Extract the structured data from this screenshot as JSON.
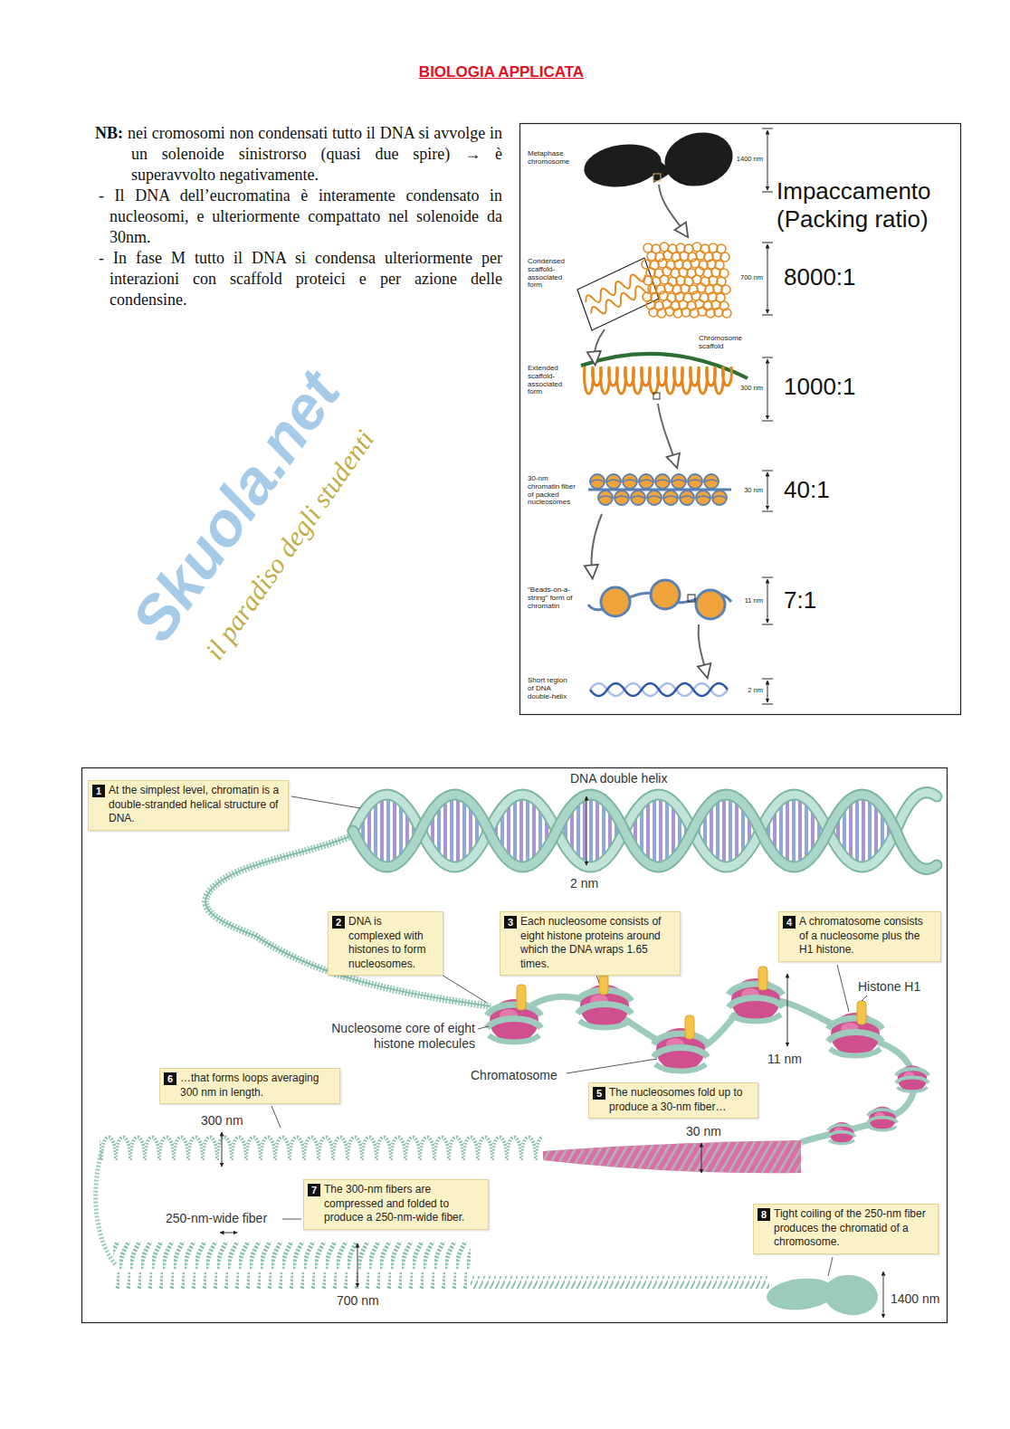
{
  "diagram": {
    "title": "BIOLOGIA APPLICATA",
    "nodes": [
      {
        "text": [
          "1",
          "At the simplest level, chromatin is a double-stranded helical structure of DNA."
        ]
      },
      {
        "text": [
          "2",
          "DNA is complexed with histones to form nucleosomes."
        ]
      },
      {
        "text": [
          "3",
          "Each nucleosome consists of eight histone proteins around which the DNA wraps 1.65 times."
        ]
      },
      {
        "text": [
          "4",
          "A chromatosome consists of a nucleosome plus the H1 histone."
        ]
      },
      {
        "text": [
          "5",
          "The nucleosomes fold up to produce a 30-nm fiber…"
        ]
      },
      {
        "text": [
          "6",
          "…that forms loops averaging 300 nm in length."
        ]
      },
      {
        "text": [
          "7",
          "The 300-nm fibers are compressed and folded to produce a 250-nm-wide fiber."
        ]
      },
      {
        "text": [
          "8",
          "Tight coiling of the 250-nm fiber produces the chromatid of a chromosome."
        ]
      }
    ],
    "labels": [
      "NB:",
      "nei cromosomi non condensati tutto il DNA si avvolge in un solenoide sinistrorso (quasi due spire) → è superavvolto negativamente.",
      "- Il DNA dell’eucromatina è interamente condensato in nucleosomi, e ulteriormente compattato nel solenoide da 30nm.",
      "- In fase M tutto il DNA si condensa ulteriormente per interazioni con scaffold proteici e per azione delle condensine.",
      "Skuola.net",
      "il paradiso degli studenti",
      "Metaphase chromosome",
      "1400 nm",
      "Impaccamento (Packing ratio)",
      "Condensed scaffold-associated form",
      "700 nm",
      "8000:1",
      "Chromosome scaffold",
      "Extended scaffold-associated form",
      "300 nm",
      "1000:1",
      "30-nm chromatin fiber of packed nucleosomes",
      "30 nm",
      "40:1",
      "\"Beads-on-a-string\" form of chromatin",
      "11 nm",
      "7:1",
      "Short region of DNA double-helix",
      "2 nm",
      "DNA double helix",
      "2 nm",
      "Nucleosome core of eight histone molecules",
      "Histone H1",
      "11 nm",
      "Chromatosome",
      "300 nm",
      "30 nm",
      "250-nm-wide fiber",
      "700 nm",
      "1400 nm"
    ]
  }
}
